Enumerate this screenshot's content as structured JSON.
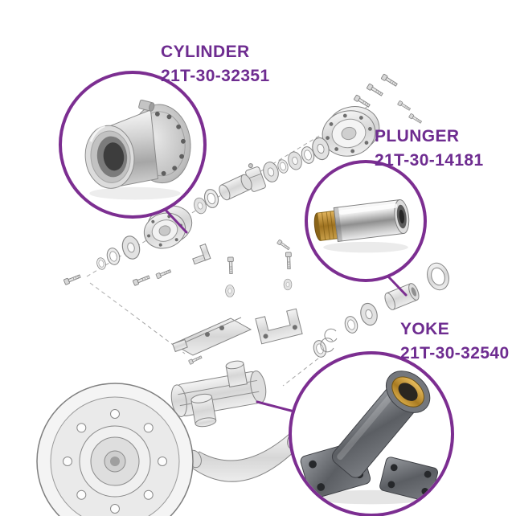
{
  "colors": {
    "accent": "#7c2e91",
    "label": "#6e2c90",
    "background": "#ffffff"
  },
  "callouts": {
    "cylinder": {
      "name": "CYLINDER",
      "part_number": "21T-30-32351"
    },
    "plunger": {
      "name": "PLUNGER",
      "part_number": "21T-30-14181"
    },
    "yoke": {
      "name": "YOKE",
      "part_number": "21T-30-32540"
    }
  }
}
